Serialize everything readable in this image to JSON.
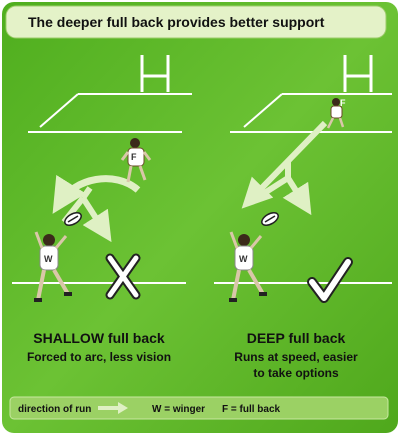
{
  "header": {
    "title": "The deeper full back provides better support"
  },
  "panels": [
    {
      "id": "shallow",
      "caption_title": "SHALLOW full back",
      "caption_lines": [
        "Forced to arc, less vision"
      ],
      "fullback_label": "F",
      "winger_label": "W",
      "verdict": "cross"
    },
    {
      "id": "deep",
      "caption_title": "DEEP full back",
      "caption_lines": [
        "Runs at speed, easier",
        "to take options"
      ],
      "fullback_label": "F",
      "winger_label": "W",
      "verdict": "tick"
    }
  ],
  "legend": {
    "direction_label": "direction of run",
    "winger_key": "W = winger",
    "fullback_key": "F = full back"
  },
  "colors": {
    "pitch": "#5fb82a",
    "pitch_light": "#7cc84a",
    "header_bg": "#e4f2c8",
    "lines": "#ffffff",
    "arrow": "#dff0c4"
  }
}
